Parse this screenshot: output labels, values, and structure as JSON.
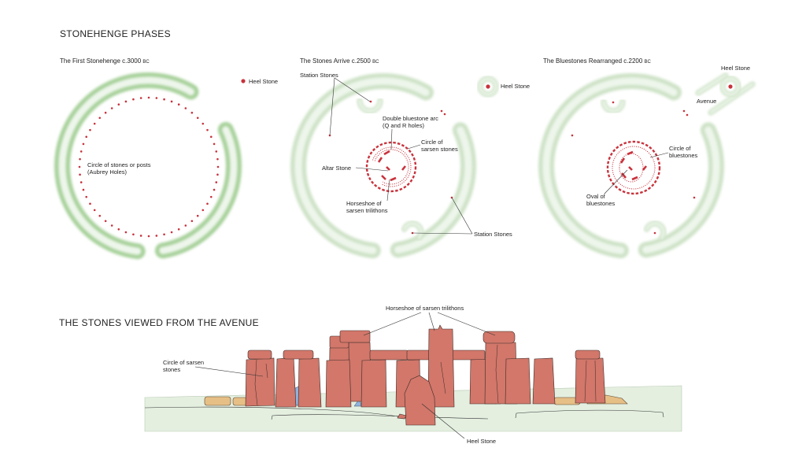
{
  "sections": {
    "phases_title": "STONEHENGE PHASES",
    "view_title": "THE STONES VIEWED FROM THE AVENUE"
  },
  "phase1": {
    "title": "The First Stonehenge c.3000",
    "era": "BC",
    "labels": {
      "heel_stone": "Heel Stone",
      "aubrey_1": "Circle of stones or posts",
      "aubrey_2": "(Aubrey Holes)"
    }
  },
  "phase2": {
    "title": "The Stones Arrive c.2500",
    "era": "BC",
    "labels": {
      "station_top": "Station Stones",
      "heel_stone": "Heel Stone",
      "double_arc_1": "Double bluestone arc",
      "double_arc_2": "(Q and R holes)",
      "sarsen_circle_1": "Circle of",
      "sarsen_circle_2": "sarsen stones",
      "altar": "Altar Stone",
      "horseshoe_1": "Horseshoe of",
      "horseshoe_2": "sarsen trilithons",
      "station_bottom": "Station Stones"
    }
  },
  "phase3": {
    "title": "The Bluestones Rearranged c.2200",
    "era": "BC",
    "labels": {
      "heel_stone": "Heel Stone",
      "avenue": "Avenue",
      "blue_circle_1": "Circle of",
      "blue_circle_2": "bluestones",
      "blue_oval_1": "Oval of",
      "blue_oval_2": "bluestones"
    }
  },
  "view": {
    "labels": {
      "horseshoe": "Horseshoe of sarsen trilithons",
      "circle_1": "Circle of sarsen",
      "circle_2": "stones",
      "heel_stone": "Heel Stone"
    }
  },
  "colors": {
    "stone_red": "#c8323c",
    "bank_green": "#a9d29c",
    "bank_pale": "#cfe3c8",
    "sarsen": "#d2776a",
    "ground": "#e4efe0"
  }
}
